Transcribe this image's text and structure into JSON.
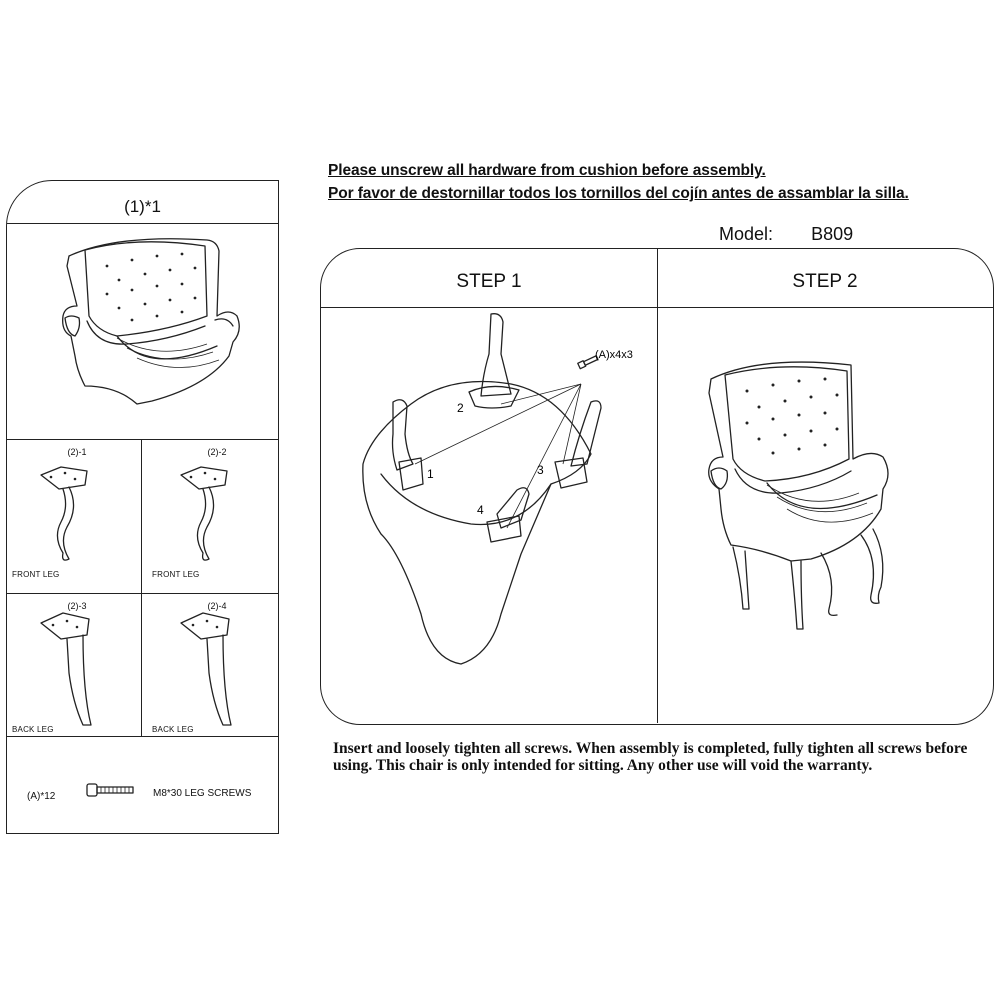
{
  "notes": {
    "english": "Please unscrew all hardware from cushion before assembly.",
    "spanish": "Por favor de destornillar todos los tornillos del cojín antes de assamblar la silla."
  },
  "model": {
    "label": "Model:",
    "value": "B809"
  },
  "parts": {
    "seat": {
      "label": "(1)*1"
    },
    "legs": [
      {
        "id": "(2)-1",
        "caption": "FRONT LEG"
      },
      {
        "id": "(2)-2",
        "caption": "FRONT LEG"
      },
      {
        "id": "(2)-3",
        "caption": "BACK LEG"
      },
      {
        "id": "(2)-4",
        "caption": "BACK LEG"
      }
    ],
    "hardware": {
      "qty": "(A)*12",
      "description": "M8*30 LEG SCREWS"
    }
  },
  "steps": [
    {
      "title": "STEP 1",
      "screw_callout": "(A)x4x3",
      "leg_numbers": [
        "1",
        "2",
        "3",
        "4"
      ]
    },
    {
      "title": "STEP 2"
    }
  ],
  "footer": "Insert and loosely tighten all screws. When assembly is completed, fully tighten all screws before using. This chair is only intended for sitting. Any other use will void the warranty.",
  "icons": [
    "wingback-chair-icon",
    "curved-leg-icon",
    "straight-leg-icon",
    "screw-icon",
    "upturned-chair-icon"
  ]
}
